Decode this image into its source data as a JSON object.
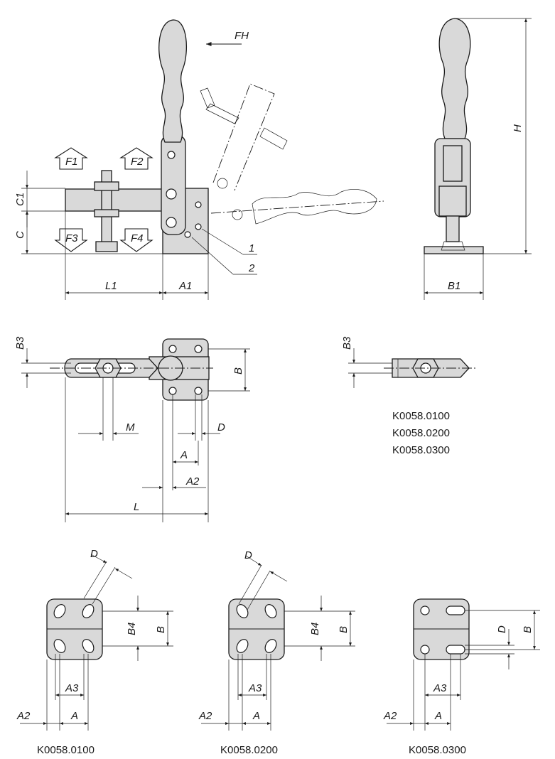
{
  "force_labels": {
    "fh": "FH",
    "f1": "F1",
    "f2": "F2",
    "f3": "F3",
    "f4": "F4"
  },
  "callouts": {
    "c1": "1",
    "c2": "2"
  },
  "dimensions": {
    "c": "C",
    "c1": "C1",
    "l1": "L1",
    "a1": "A1",
    "h": "H",
    "b1": "B1",
    "b3": "B3",
    "b": "B",
    "m": "M",
    "d": "D",
    "a": "A",
    "a2": "A2",
    "l": "L",
    "b4": "B4",
    "a3": "A3"
  },
  "models": {
    "m1": "K0058.0100",
    "m2": "K0058.0200",
    "m3": "K0058.0300"
  }
}
